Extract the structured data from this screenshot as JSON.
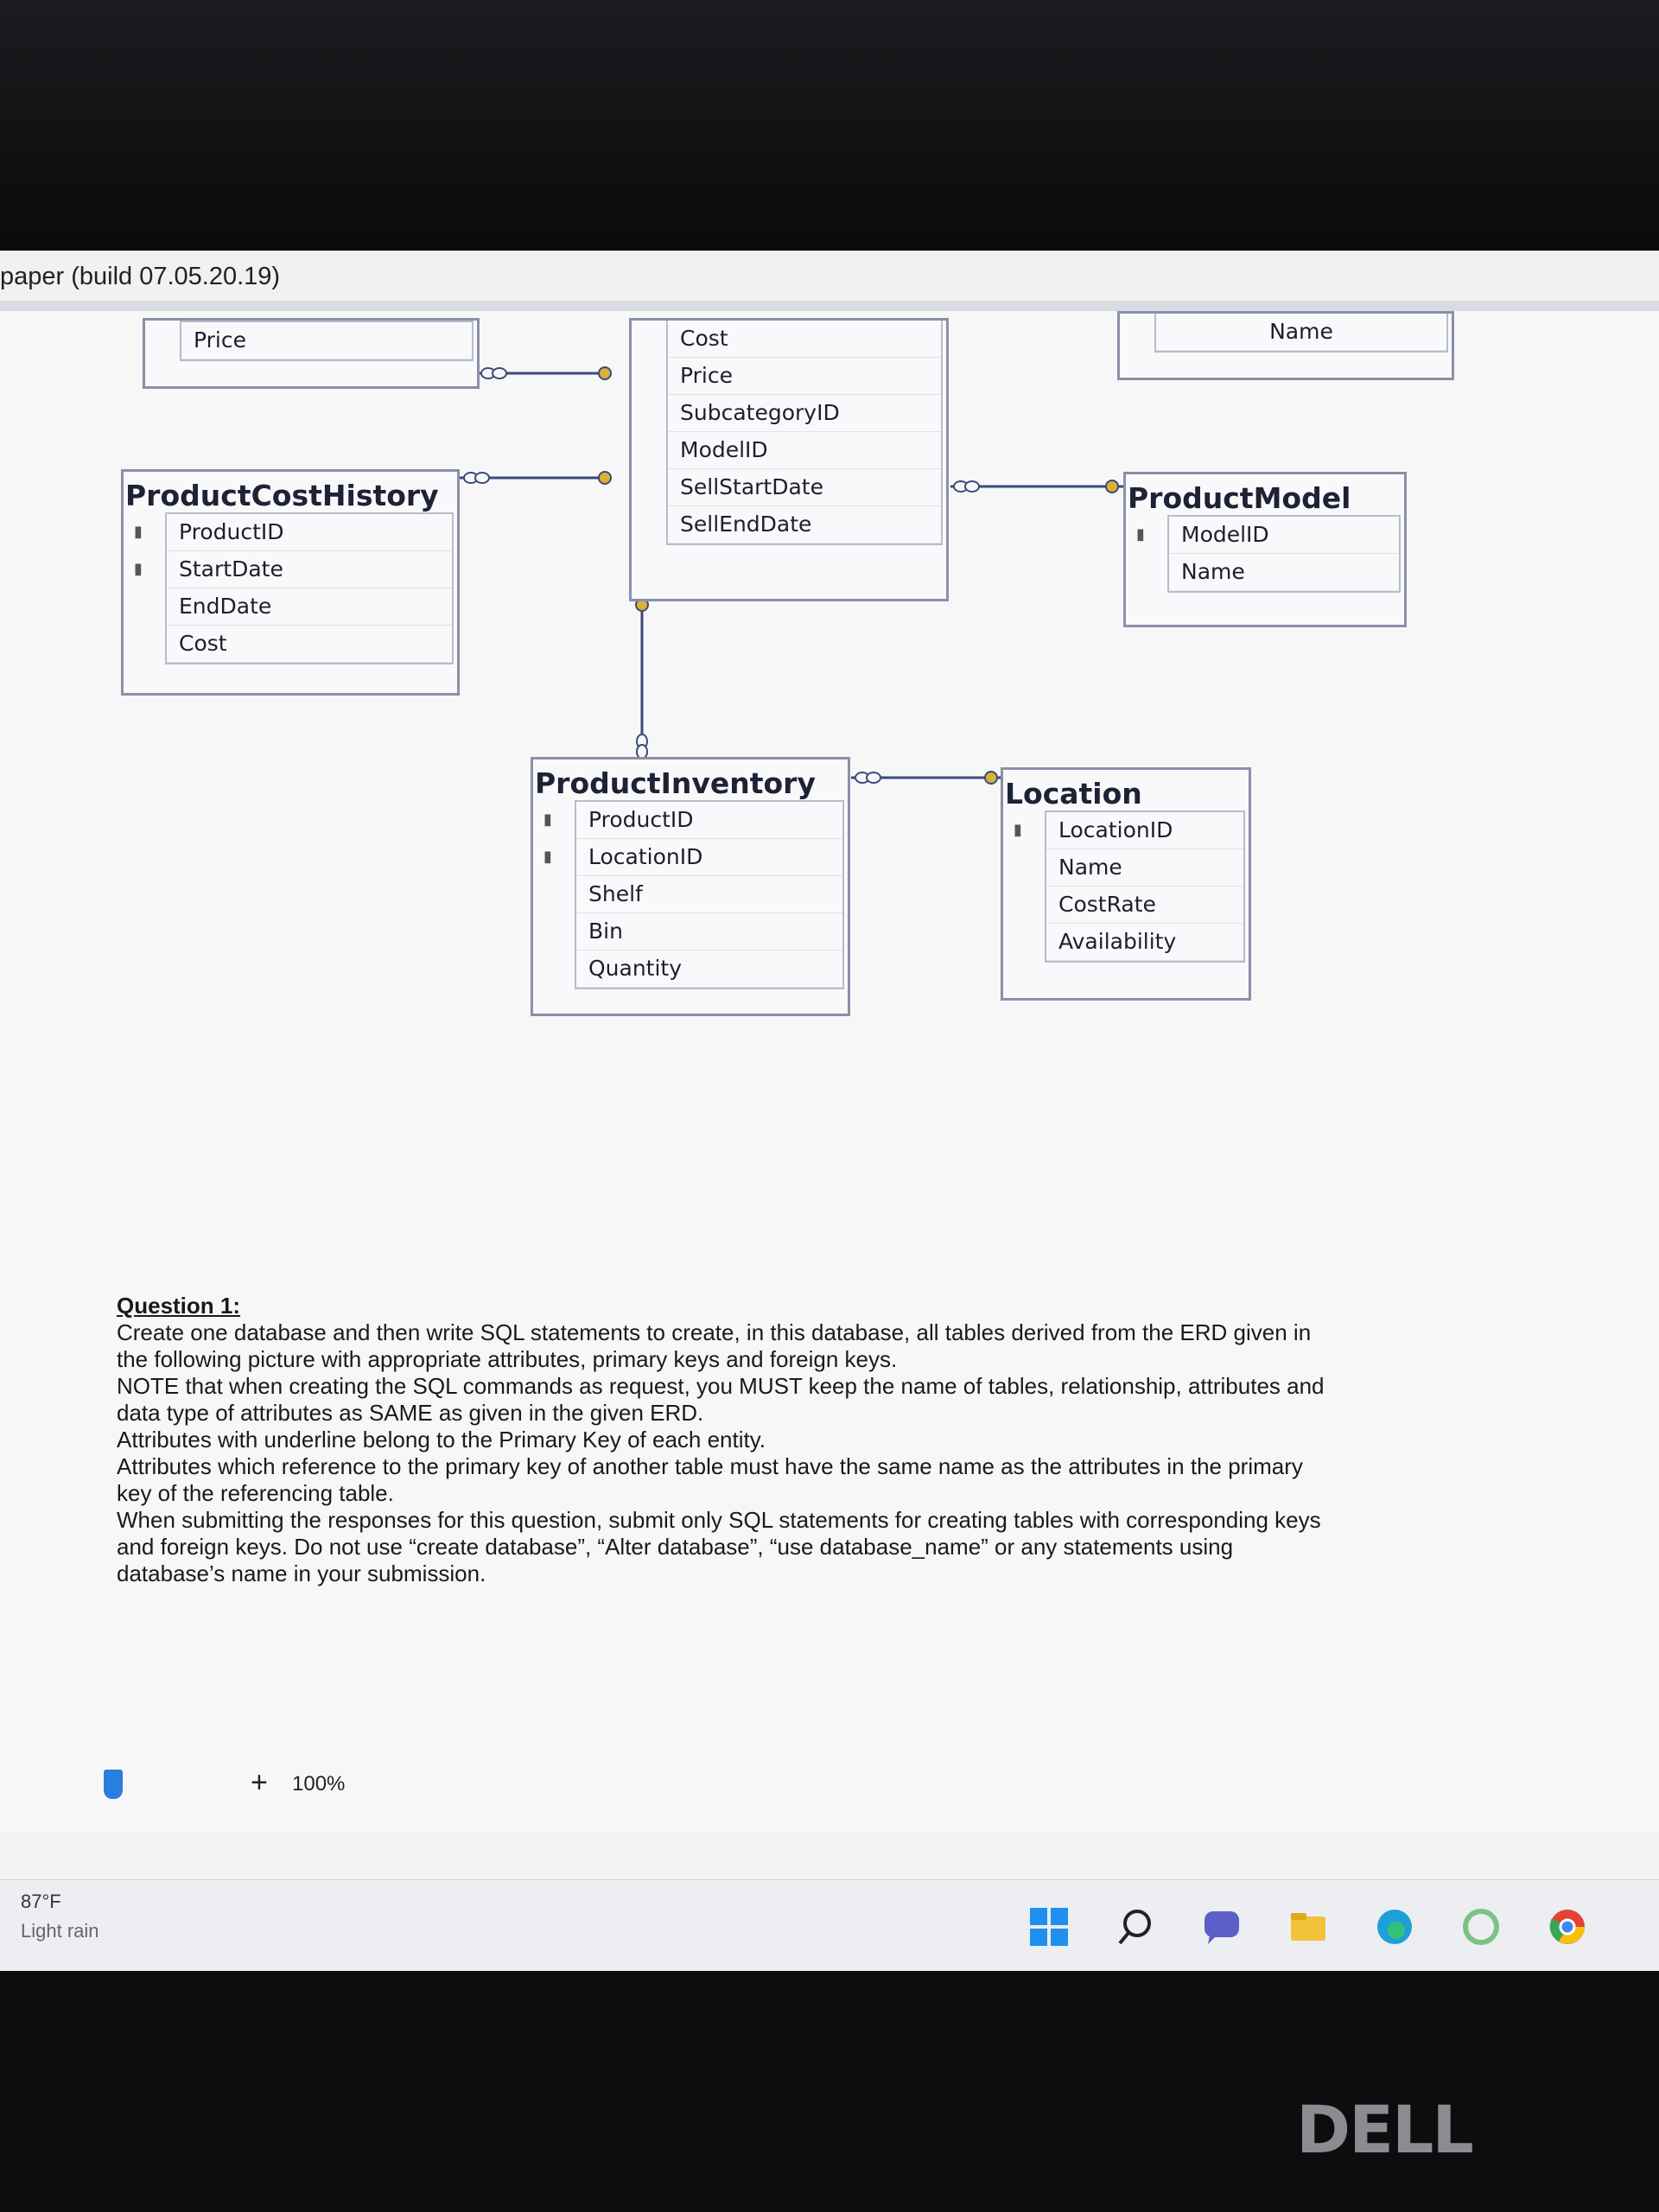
{
  "window": {
    "title": "paper (build 07.05.20.19)"
  },
  "erd": {
    "top_left_table": {
      "attributes": [
        "Price"
      ]
    },
    "top_right_table": {
      "attributes": [
        "Name"
      ]
    },
    "product_table": {
      "attributes": [
        "Cost",
        "Price",
        "SubcategoryID",
        "ModelID",
        "SellStartDate",
        "SellEndDate"
      ]
    },
    "product_cost_history": {
      "name": "ProductCostHistory",
      "attributes": [
        "ProductID",
        "StartDate",
        "EndDate",
        "Cost"
      ],
      "key_count": 2
    },
    "product_model": {
      "name": "ProductModel",
      "attributes": [
        "ModelID",
        "Name"
      ],
      "key_count": 1
    },
    "product_inventory": {
      "name": "ProductInventory",
      "attributes": [
        "ProductID",
        "LocationID",
        "Shelf",
        "Bin",
        "Quantity"
      ],
      "key_count": 2
    },
    "location": {
      "name": "Location",
      "attributes": [
        "LocationID",
        "Name",
        "CostRate",
        "Availability"
      ],
      "key_count": 1
    }
  },
  "question": {
    "title": "Question 1:",
    "lines": [
      "Create one database and then write SQL statements to create, in this database, all tables derived from the ERD given in the following picture with appropriate attributes, primary keys and foreign keys.",
      "NOTE that when creating the SQL commands as request, you MUST keep the name of tables, relationship, attributes and data type of attributes as SAME as given in the given ERD.",
      "Attributes with underline belong to the Primary Key of each entity.",
      "Attributes which reference to the primary key of another table must have the same name as the attributes in the primary key of the referencing table.",
      "When submitting the responses for this question, submit only SQL statements for creating tables with corresponding keys and foreign keys. Do not use “create database”, “Alter database”, “use database_name” or any statements using database’s name in your submission."
    ]
  },
  "statusbar": {
    "zoom_plus": "+",
    "zoom": "100%"
  },
  "weather": {
    "temperature": "87°F",
    "condition": "Light rain"
  },
  "taskbar": {
    "icons": [
      "windows-start-icon",
      "search-icon",
      "chat-icon",
      "file-explorer-icon",
      "edge-browser-icon",
      "app-icon",
      "chrome-icon"
    ]
  },
  "monitor": {
    "brand": "DELL"
  }
}
